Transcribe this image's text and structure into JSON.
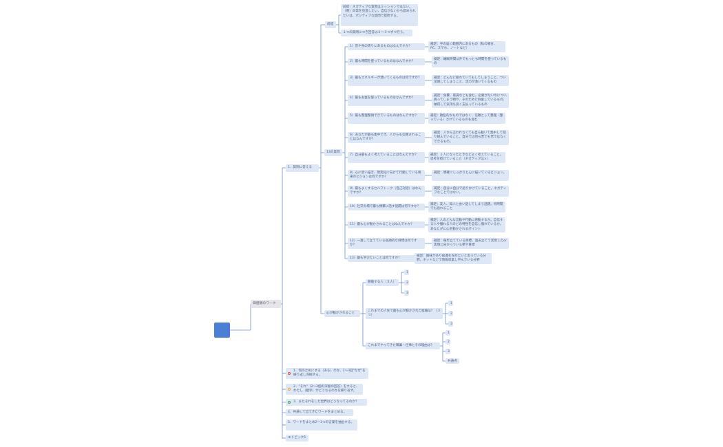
{
  "diagram": {
    "root_label": "",
    "center": "価値観のワーク",
    "branch1": "1．質問に答える",
    "premise_label": "前提",
    "premise_notes": [
      "前提：ネガティブな質問はミッションではない。（例）日常を見直したい、自信がないから認められたいは、ポジティブな質問で質問する。",
      "１つの質問につき回答は２〜３つずつ行う。"
    ],
    "questions_label": "13の質問",
    "questions": [
      {
        "q": "1）普や身の周りにあるものはなんですか？",
        "note": "補足：手の届く範囲内にあるもの（私の場合、PC、スマホ、ノートなど）"
      },
      {
        "q": "2）最も時間を使っているものはなんですか？",
        "note": "補足：睡眠時間以外でもっとも時間を使っているもの"
      },
      {
        "q": "3）最もエネルギーが湧いてくるものは何ですか？",
        "note": "補足：どんなに疲れていてもしてしまうこと、つい没頭してしまうこと、活力が湧いてくるもの"
      },
      {
        "q": "4）最もお金を使っているものはなんですか？",
        "note": "補足：食費、家賃なども含む。必要がないのについ買ってしまう物や、そのために貯金しているもの、納得して気持ち良く支払っているもの"
      },
      {
        "q": "5）最も整理整頓できているものはなんですか？",
        "note": "補足：散乱的なものではなく、信頼として整理（整っている）されているものも含む"
      },
      {
        "q": "6）あなたが最も集中でき、人からも信頼されることはなんですか？",
        "note": "補足：人から言われなくても自ら動いて集中して取り組んでいること。自分では何ら苦でも苦ではなくできるもの。"
      },
      {
        "q": "7）自分最もよく考えていることはなんですか？",
        "note": "補足：１人になったときなどよく考えていること。思考を続けていること（ネガティブは×）"
      },
      {
        "q": "8）心に思い描き、現実化に向けて行動している将来のビジョンは何ですか？",
        "note": "補足：明確にしっかりと心に描いているビジョン。"
      },
      {
        "q": "9）最もよくするセルフトーク（自己対話）はなんですか？",
        "note": "補足：自分に自分で語りかけていること。ネガティブなことではない。"
      },
      {
        "q": "10）社交の場で最も頻繁に話す話題は何ですか？",
        "note": "補足：友人、知人と会い話してしまう話題。何時間でも語れること"
      },
      {
        "q": "11）最も心が動かされることはなんですか？",
        "note": "補足：人のどんな言動や行動に感動するか。自信する人や憧れる人のどの特性を自信し憧れているか。あなたがに心を動かされるポイント"
      },
      {
        "q": "12）一貫して立てている長期的な目標は何ですか？",
        "note": "補足：毎年立てている目標、過去立てて実現したor実現に向かっている夢や目標"
      },
      {
        "q": "13）最も学びたいことは何ですか？",
        "note": "補足：興味があり知識を深めたいと思っている分野。ネットなどで情報収集し学んでいる分野"
      }
    ],
    "moved_label": "心が動かされること",
    "moved_groups": [
      {
        "label": "尊敬する人（３人）",
        "items": [
          "1",
          "2",
          "3"
        ]
      },
      {
        "label": "これまでの人生で最も心が動かされた経験は？（３つ）",
        "items": [
          "1",
          "2",
          "3"
        ]
      },
      {
        "label": "これまでやってきた職業・仕事とその理由は？",
        "items": [
          "1",
          "2",
          "3",
          "共通点"
        ]
      }
    ],
    "steps": [
      {
        "text": "1．何のためにする（ある）のか、2〜3回\"なぜ\"を繰り返し深掘する。",
        "marker": "red"
      },
      {
        "text": "2．\"それ\"（2〜3個の深掘の回答）をすると、わたし（相手）がどうなるのかを繰り返す。",
        "marker": "orange"
      },
      {
        "text": "3．またそれをした世界はどうなってるのか？",
        "marker": "green"
      },
      {
        "text": "4．共通して出てきたワードをまとめる。",
        "marker": ""
      },
      {
        "text": "5．ワードをまとめ2〜3つの言葉を抽出する。",
        "marker": ""
      },
      {
        "text": "エトピック6",
        "marker": ""
      }
    ],
    "colors": {
      "line": "#6a8fcf",
      "node_bg": "#dde7f5",
      "root": "#4a7fd8",
      "red": "#e0453a",
      "orange": "#f0a030",
      "green": "#35a84a"
    }
  }
}
